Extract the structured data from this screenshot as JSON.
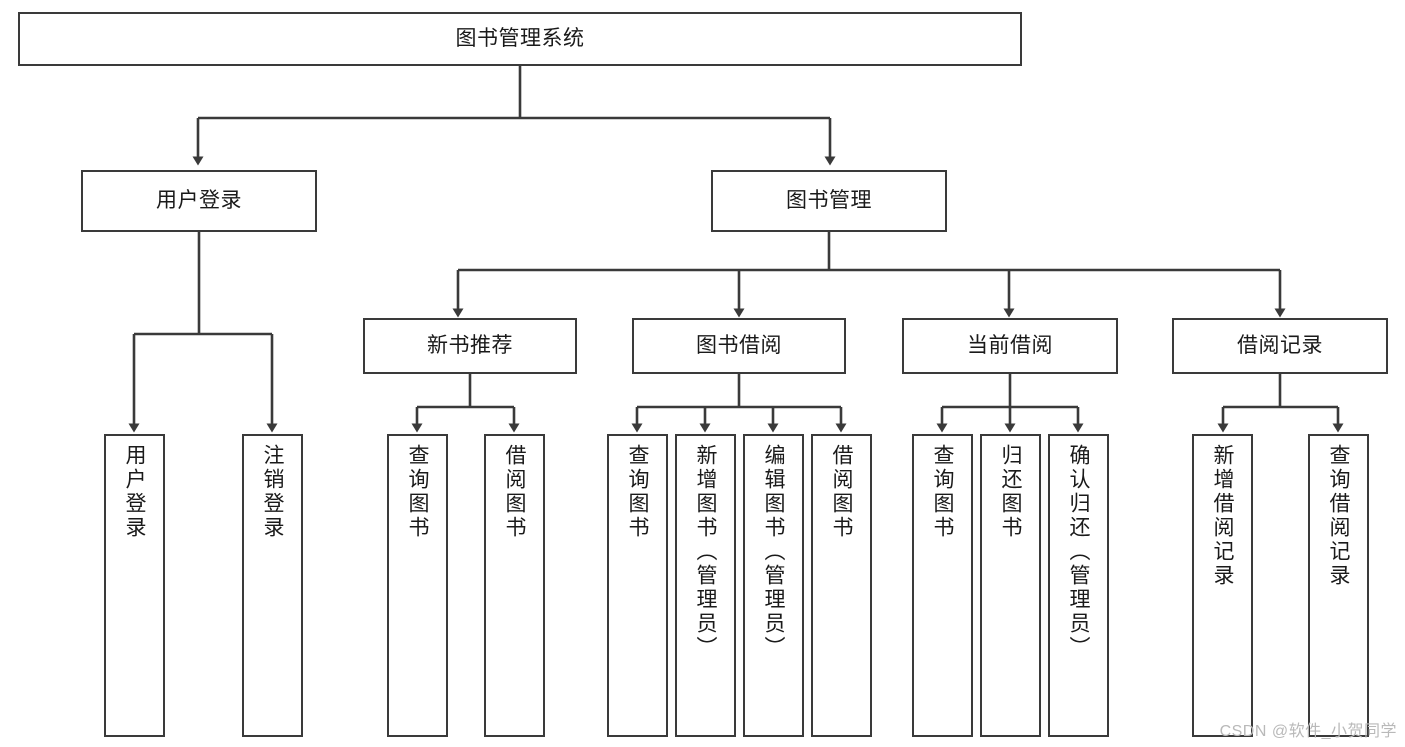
{
  "diagram": {
    "title": "图书管理系统",
    "type": "tree-hierarchy",
    "colors": {
      "box_border": "#3a3a3a",
      "box_fill": "#ffffff",
      "edge": "#3a3a3a",
      "text": "#1a1a1a",
      "watermark": "#b9b9b9",
      "background": "#ffffff"
    },
    "nodes": {
      "root": {
        "label": "图书管理系统",
        "level": 1,
        "orientation": "horizontal"
      },
      "user_login": {
        "label": "用户登录",
        "level": 2,
        "orientation": "horizontal"
      },
      "book_manage": {
        "label": "图书管理",
        "level": 2,
        "orientation": "horizontal"
      },
      "new_book_rec": {
        "label": "新书推荐",
        "level": 3,
        "orientation": "horizontal"
      },
      "book_borrow": {
        "label": "图书借阅",
        "level": 3,
        "orientation": "horizontal"
      },
      "current_borrow": {
        "label": "当前借阅",
        "level": 3,
        "orientation": "horizontal"
      },
      "borrow_record": {
        "label": "借阅记录",
        "level": 3,
        "orientation": "horizontal"
      },
      "leaf_user_login": {
        "label": "用户登录",
        "level": 4,
        "orientation": "vertical"
      },
      "leaf_logout": {
        "label": "注销登录",
        "level": 4,
        "orientation": "vertical"
      },
      "leaf_query_book_1": {
        "label": "查询图书",
        "level": 4,
        "orientation": "vertical"
      },
      "leaf_borrow_book_1": {
        "label": "借阅图书",
        "level": 4,
        "orientation": "vertical"
      },
      "leaf_query_book_2": {
        "label": "查询图书",
        "level": 4,
        "orientation": "vertical"
      },
      "leaf_add_book": {
        "label": "新增图书（管理员）",
        "level": 4,
        "orientation": "vertical"
      },
      "leaf_edit_book": {
        "label": "编辑图书（管理员）",
        "level": 4,
        "orientation": "vertical"
      },
      "leaf_borrow_book_2": {
        "label": "借阅图书",
        "level": 4,
        "orientation": "vertical"
      },
      "leaf_query_book_3": {
        "label": "查询图书",
        "level": 4,
        "orientation": "vertical"
      },
      "leaf_return_book": {
        "label": "归还图书",
        "level": 4,
        "orientation": "vertical"
      },
      "leaf_confirm_return": {
        "label": "确认归还（管理员）",
        "level": 4,
        "orientation": "vertical"
      },
      "leaf_add_record": {
        "label": "新增借阅记录",
        "level": 4,
        "orientation": "vertical"
      },
      "leaf_query_record": {
        "label": "查询借阅记录",
        "level": 4,
        "orientation": "vertical"
      }
    },
    "edges": [
      {
        "from": "root",
        "to": "user_login"
      },
      {
        "from": "root",
        "to": "book_manage"
      },
      {
        "from": "user_login",
        "to": "leaf_user_login"
      },
      {
        "from": "user_login",
        "to": "leaf_logout"
      },
      {
        "from": "book_manage",
        "to": "new_book_rec"
      },
      {
        "from": "book_manage",
        "to": "book_borrow"
      },
      {
        "from": "book_manage",
        "to": "current_borrow"
      },
      {
        "from": "book_manage",
        "to": "borrow_record"
      },
      {
        "from": "new_book_rec",
        "to": "leaf_query_book_1"
      },
      {
        "from": "new_book_rec",
        "to": "leaf_borrow_book_1"
      },
      {
        "from": "book_borrow",
        "to": "leaf_query_book_2"
      },
      {
        "from": "book_borrow",
        "to": "leaf_add_book"
      },
      {
        "from": "book_borrow",
        "to": "leaf_edit_book"
      },
      {
        "from": "book_borrow",
        "to": "leaf_borrow_book_2"
      },
      {
        "from": "current_borrow",
        "to": "leaf_query_book_3"
      },
      {
        "from": "current_borrow",
        "to": "leaf_return_book"
      },
      {
        "from": "current_borrow",
        "to": "leaf_confirm_return"
      },
      {
        "from": "borrow_record",
        "to": "leaf_add_record"
      },
      {
        "from": "borrow_record",
        "to": "leaf_query_record"
      }
    ]
  },
  "watermark": {
    "text": "CSDN @软件_小贺同学"
  }
}
